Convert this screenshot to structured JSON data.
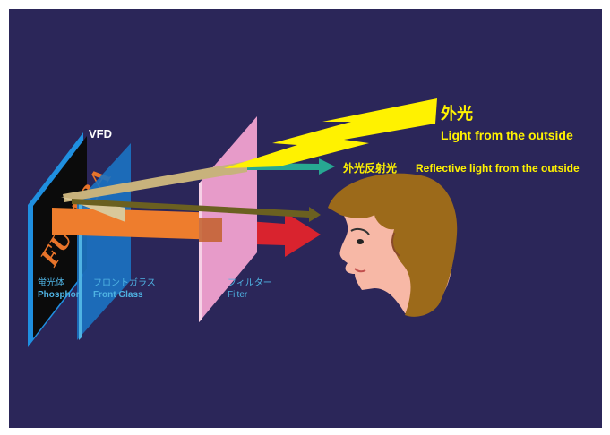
{
  "diagram": {
    "vfd_label": "VFD",
    "external_light": {
      "jp": "外光",
      "en": "Light from the outside"
    },
    "reflective_light": {
      "jp": "外光反射光",
      "en": "Reflective light from the outside"
    },
    "phosphor": {
      "jp": "蛍光体",
      "en": "Phosphor"
    },
    "front_glass": {
      "jp": "フロントガラス",
      "en": "Front Glass"
    },
    "filter": {
      "jp": "フィルター",
      "en": "Filter"
    },
    "display_text": "FUTABA"
  },
  "colors": {
    "background": "#2b2659",
    "yellow": "#fff200",
    "cyan_label": "#4fb3e3",
    "filter_pink": "#e79bc9",
    "glass_blue": "#1b73c2",
    "phosphor_orange": "#ee7d2d",
    "red_beam": "#d9232e",
    "tan_beam": "#c8b27c",
    "teal_beam": "#27a892",
    "olive_beam": "#5a5318",
    "hair": "#9c6a1a",
    "skin": "#f7b8a6"
  }
}
